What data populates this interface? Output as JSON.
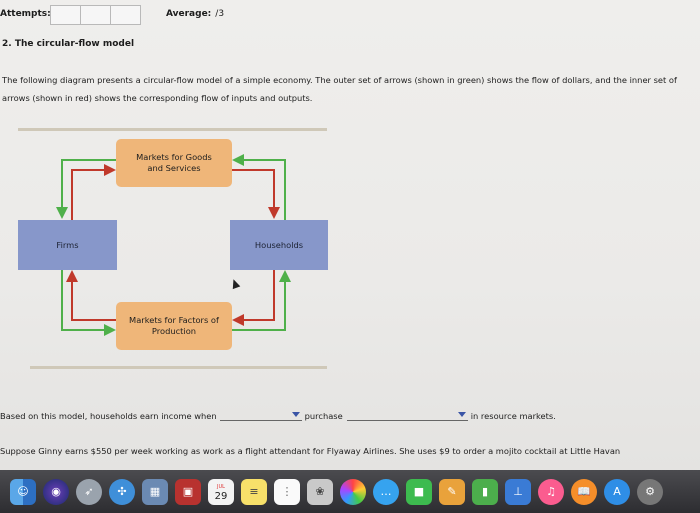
{
  "header": {
    "attempts_label": "Attempts:",
    "average_label": "Average:",
    "average_value": "/3"
  },
  "question": {
    "title": "2. The circular-flow model",
    "description": "The following diagram presents a circular-flow model of a simple economy. The outer set of arrows (shown in green) shows the flow of dollars, and the inner set of arrows (shown in red) shows the corresponding flow of inputs and outputs."
  },
  "diagram": {
    "goods_market": "Markets for Goods and Services",
    "factors_market": "Markets for Factors of Production",
    "firms": "Firms",
    "households": "Households",
    "colors": {
      "dollars": "#4fb04a",
      "inputs_outputs": "#c0392b",
      "market": "#efb679",
      "agent": "#8797ca"
    }
  },
  "fill_in": {
    "part1": "Based on this model, households earn income when",
    "part2": "purchase",
    "part3": "in resource markets.",
    "dropdown1_value": "",
    "dropdown2_value": ""
  },
  "next_question": "Suppose Ginny earns $550 per week working as work as a flight attendant for Flyaway Airlines. She uses $9 to order a mojito cocktail at Little Havan",
  "dock": {
    "calendar_day": "29",
    "calendar_month": "JUL",
    "icons": [
      "finder-icon",
      "siri-icon",
      "launchpad-icon",
      "safari-icon",
      "preview-icon",
      "photo-booth-icon",
      "calendar-icon",
      "notes-icon",
      "reminders-icon",
      "photo-browser-icon",
      "photos-icon",
      "messages-icon",
      "facetime-icon",
      "pages-icon",
      "numbers-icon",
      "keynote-icon",
      "itunes-icon",
      "ibooks-icon",
      "app-store-icon",
      "system-preferences-icon"
    ]
  }
}
